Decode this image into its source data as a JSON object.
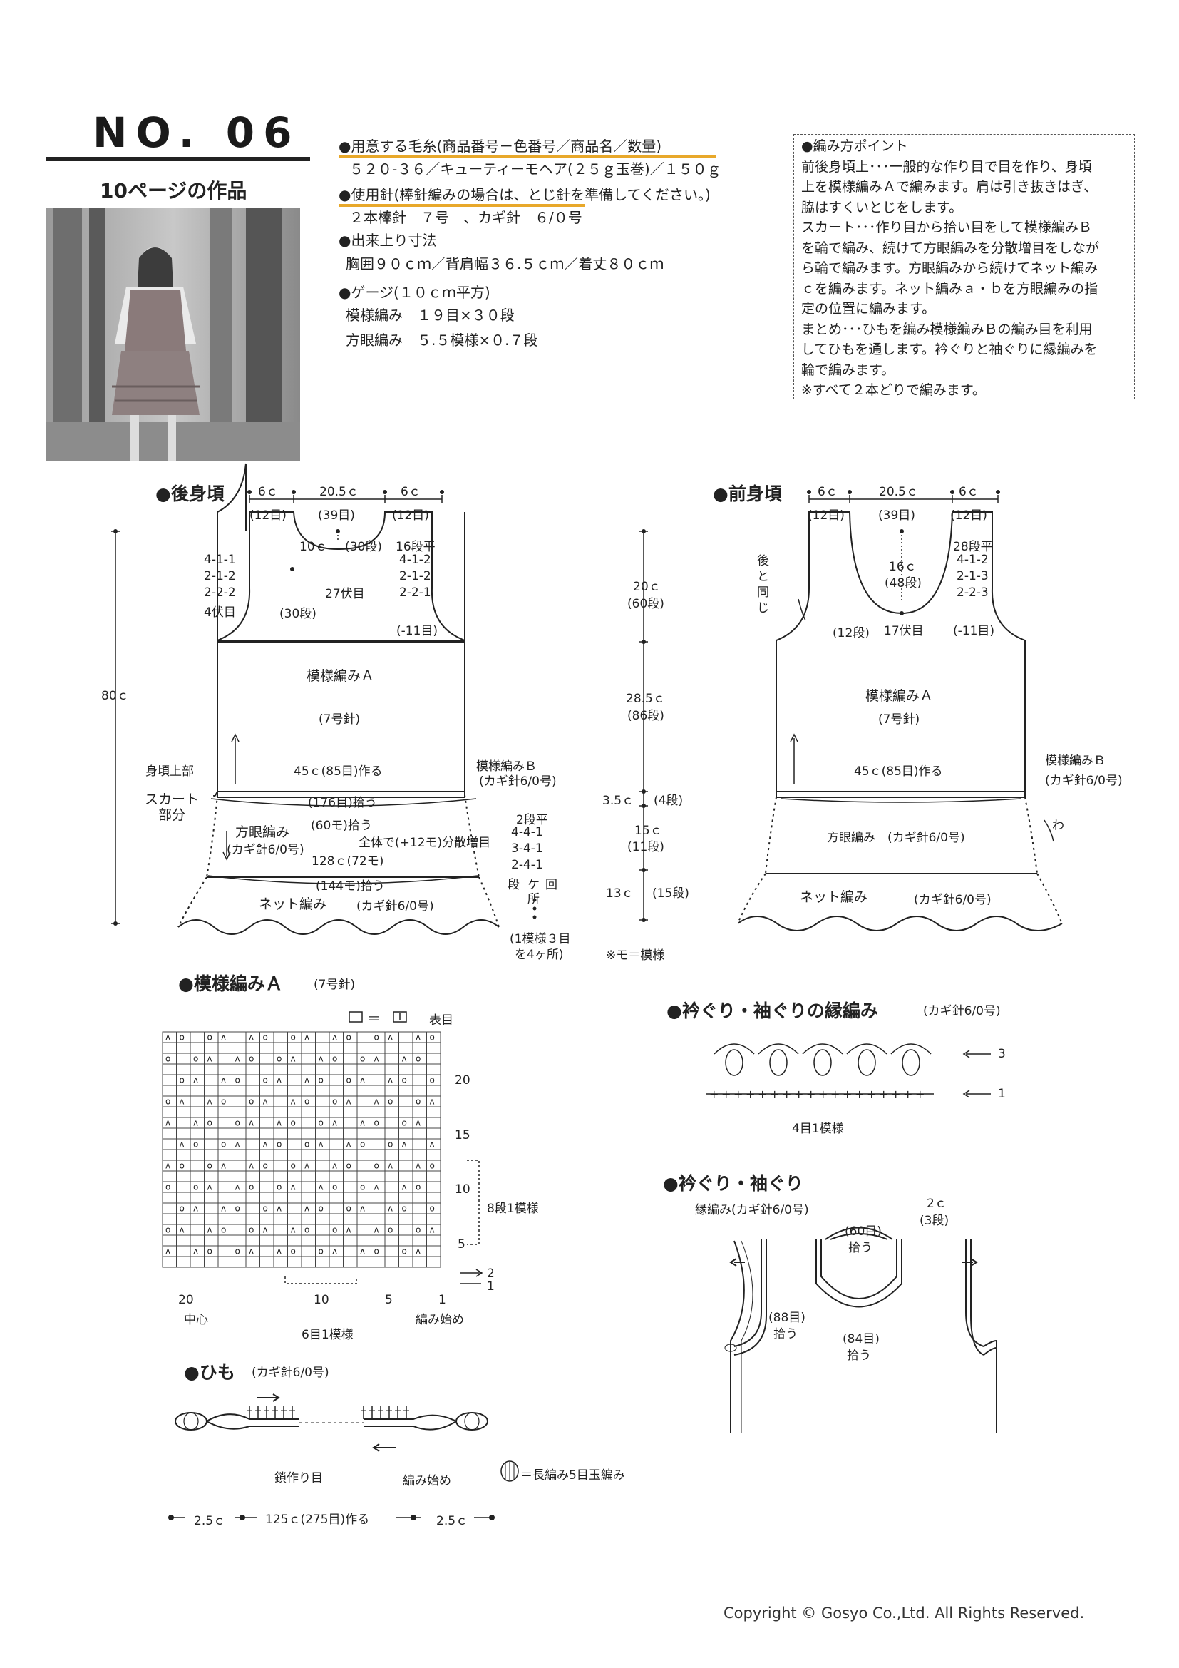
{
  "header": {
    "number": "NO. 06",
    "subtitle": "10ページの作品"
  },
  "specs": {
    "yarn_label": "●用意する毛糸(商品番号－色番号／商品名／数量)",
    "yarn_value": "５２０-３６／キューティーモヘア(２５ｇ玉巻)／１５０ｇ",
    "needle_label": "●使用針(棒針編みの場合は、とじ針を準備してください。)",
    "needle_value": "２本棒針　７号　、カギ針　６/０号",
    "size_label": "●出来上り寸法",
    "size_value": "胸囲９０ｃｍ／背肩幅３６.５ｃｍ／着丈８０ｃｍ",
    "gauge_label": "●ゲージ(１０ｃｍ平方)",
    "gauge_pattern": "模様編み　１９目×３０段",
    "gauge_mesh": "方眼編み　５.５模様×０.７段"
  },
  "points": {
    "title": "●編み方ポイント",
    "lines": [
      "前後身頃上･･･一般的な作り目で目を作り、身頃",
      "上を模様編みＡで編みます。肩は引き抜きはぎ、",
      "脇はすくいとじをします。",
      "スカート･･･作り目から拾い目をして模様編みＢ",
      "を輪で編み、続けて方眼編みを分散増目をしなが",
      "ら輪で編みます。方眼編みから続けてネット編み",
      "ｃを編みます。ネット編みａ・ｂを方眼編みの指",
      "定の位置に編みます。",
      "まとめ･･･ひもを編み模様編みＢの編み目を利用",
      "してひもを通します。衿ぐりと袖ぐりに縁編みを",
      "輪で編みます。",
      "※すべて２本どりで編みます。"
    ]
  },
  "back": {
    "title": "●後身頃",
    "w1": "6ｃ",
    "w2": "20.5ｃ",
    "w3": "6ｃ",
    "s1": "(12目)",
    "s2": "(39目)",
    "s3": "(12目)",
    "neck_w": "10ｃ",
    "neck_rows": "(30段)",
    "neck_left": [
      "4-1-1",
      "2-1-2",
      "2-2-2",
      "4伏目"
    ],
    "neck_right": [
      "16段平",
      "4-1-2",
      "2-1-2",
      "2-2-1"
    ],
    "neck_bind": "27伏目",
    "arm_rows": "(30段)",
    "arm_dec": "(-11目)",
    "pattern": "模様編みＡ",
    "needle": "(7号針)",
    "total": "80ｃ",
    "upper": "身頃上部",
    "skirt": "スカート\n部分",
    "cast_on": "45ｃ(85目)作る",
    "pat_b": "模様編みＢ",
    "pat_b2": "(カギ針6/0号)",
    "pick176": "(176目)拾う",
    "mesh": "方眼編み",
    "mesh_hook": "(カギ針6/0号)",
    "pick60": "(60モ)拾う",
    "incr": "全体で(+12モ)分散増目",
    "width128": "128ｃ(72モ)",
    "pick144": "(144モ)拾う",
    "net": "ネット編み",
    "net_hook": "(カギ針6/0号)",
    "table_h": "2段平",
    "table": [
      "4-4-1",
      "3-4-1",
      "2-4-1"
    ],
    "table_f": [
      "段",
      "ケ",
      "回"
    ],
    "table_f2": "所",
    "note1": "(1模様３目",
    "note2": "を4ヶ所)",
    "mo_note": "※モ＝模様"
  },
  "center": {
    "h20": "20ｃ",
    "r60": "(60段)",
    "h285": "28.5ｃ",
    "r86": "(86段)",
    "h35": "3.5ｃ",
    "r4": "(4段)",
    "h15": "15ｃ",
    "r11": "(11段)",
    "h13": "13ｃ",
    "r15": "(15段)"
  },
  "front": {
    "title": "●前身頃",
    "w1": "6ｃ",
    "w2": "20.5ｃ",
    "w3": "6ｃ",
    "s1": "(12目)",
    "s2": "(39目)",
    "s3": "(12目)",
    "same": [
      "後",
      "と",
      "同",
      "じ"
    ],
    "neck_h": "16ｃ",
    "neck_rows": "(48段)",
    "neck_right": [
      "28段平",
      "4-1-2",
      "2-1-3",
      "2-2-3"
    ],
    "r12": "(12段)",
    "bind17": "17伏目",
    "dec11": "(-11目)",
    "pattern": "模様編みＡ",
    "needle": "(7号針)",
    "cast_on": "45ｃ(85目)作る",
    "pat_b": "模様編みＢ",
    "pat_b2": "(カギ針6/0号)",
    "mesh": "方眼編み　(カギ針6/0号)",
    "net": "ネット編み",
    "net_hook": "(カギ針6/0号)",
    "wa": "わ"
  },
  "chartA": {
    "title": "●模様編みＡ",
    "needle": "(7号針)",
    "legend": "表目",
    "legend_eq": "＝",
    "row20": "20",
    "row15": "15",
    "row10": "10",
    "row5": "5",
    "repeat_rows": "8段1模様",
    "row2": "2",
    "row1": "1",
    "col20": "20",
    "col10": "10",
    "col5": "5",
    "col1": "1",
    "center": "中心",
    "start": "編み始め",
    "repeat_cols": "6目1模様"
  },
  "edging": {
    "title": "●衿ぐり・袖ぐりの縁編み",
    "hook": "(カギ針6/0号)",
    "row3": "3",
    "row1": "1",
    "repeat": "4目1模様"
  },
  "neckline": {
    "title": "●衿ぐり・袖ぐり",
    "sub": "縁編み(カギ針6/0号)",
    "w": "2ｃ",
    "rows": "(3段)",
    "p60": "(60目)",
    "p60b": "拾う",
    "p88": "(88目)",
    "p88b": "拾う",
    "p84": "(84目)",
    "p84b": "拾う"
  },
  "cord": {
    "title": "●ひも",
    "hook": "(カギ針6/0号)",
    "chain": "鎖作り目",
    "start": "編み始め",
    "legend": "＝長編み5目玉編み",
    "d1": "2.5ｃ",
    "d2": "125ｃ(275目)作る",
    "d3": "2.5ｃ"
  },
  "footer": {
    "copyright": "Copyright © Gosyo Co.,Ltd. All Rights Reserved."
  }
}
